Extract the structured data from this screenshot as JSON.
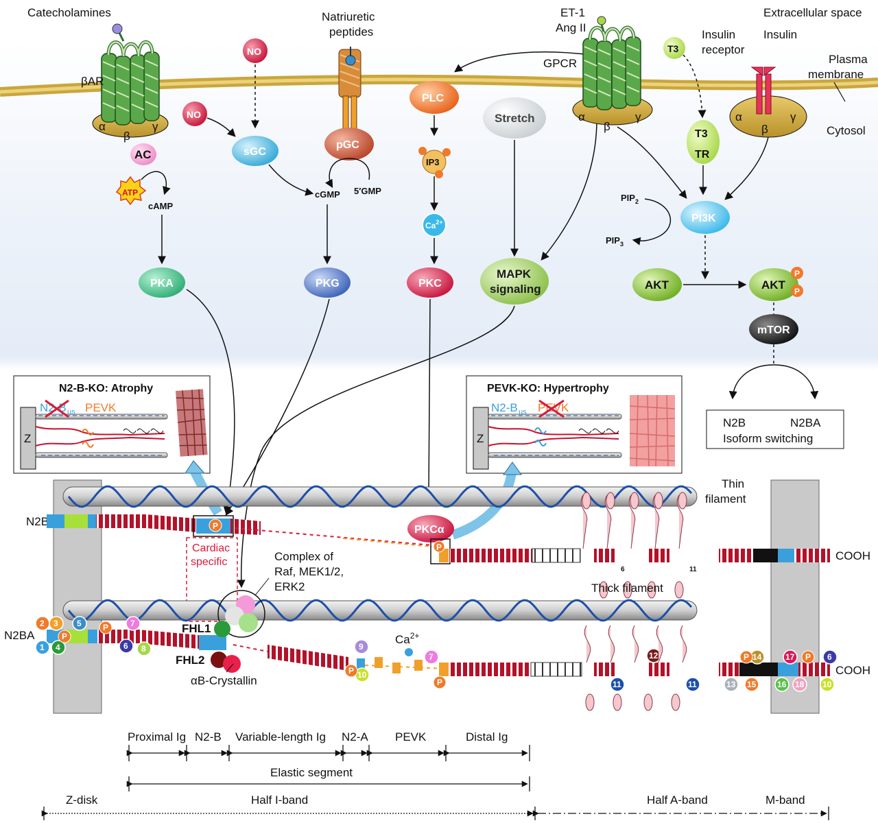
{
  "membrane": {
    "extracellular": "Extracellular space",
    "plasma_membrane": "Plasma\nmembrane",
    "cytosol": "Cytosol"
  },
  "receptors": {
    "catecholamines": "Catecholamines",
    "bar": "βAR",
    "natriuretic": "Natriuretic\npeptides",
    "et1": "ET-1",
    "angii": "Ang II",
    "gpcr": "GPCR",
    "insulin_receptor": "Insulin\nreceptor",
    "insulin": "Insulin",
    "alpha": "α",
    "beta": "β",
    "gamma": "γ"
  },
  "nodes": {
    "ac": "AC",
    "atp": "ATP",
    "camp": "cAMP",
    "pka": "PKA",
    "no": "NO",
    "sgc": "sGC",
    "pgc": "pGC",
    "gmp5": "5′GMP",
    "cgmp": "cGMP",
    "pkg": "PKG",
    "plc": "PLC",
    "ip3": "IP3",
    "ca": "Ca",
    "ca_sup": "2+",
    "pkc": "PKC",
    "stretch": "Stretch",
    "mapk1": "MAPK",
    "mapk2": "signaling",
    "t3": "T3",
    "tr": "TR",
    "pip2": "PIP",
    "pip2_sub": "2",
    "pip3": "PIP",
    "pip3_sub": "3",
    "pi3k": "PI3K",
    "akt": "AKT",
    "akt_p": "AKT",
    "p": "P",
    "mtor": "mTOR"
  },
  "isoform_box": {
    "n2b": "N2B",
    "n2ba": "N2BA",
    "switching": "Isoform switching"
  },
  "insets": {
    "atrophy_title": "N2-B-KO: Atrophy",
    "hyper_title": "PEVK-KO: Hypertrophy",
    "n2bus_a": "N2-B",
    "us": "us",
    "pevk": "PEVK",
    "z": "Z"
  },
  "sarcomere": {
    "n2b": "N2B",
    "n2ba": "N2BA",
    "thin1": "Thin",
    "thin2": "filament",
    "cooh": "COOH",
    "cardiac1": "Cardiac",
    "cardiac2": "specific",
    "complex1": "Complex of",
    "complex2": "Raf, MEK1/2,",
    "complex3": "ERK2",
    "thick": "Thick filament",
    "pkca": "PKCα",
    "fhl1": "FHL1",
    "fhl2": "FHL2",
    "crystallin": "αB-Crystallin",
    "ca": "Ca",
    "ca_sup": "2+"
  },
  "numbered_sites": [
    "1",
    "2",
    "3",
    "4",
    "5",
    "6",
    "7",
    "8",
    "9",
    "10",
    "11",
    "12",
    "13",
    "14",
    "15",
    "16",
    "17",
    "18"
  ],
  "scale": {
    "proximal": "Proximal Ig",
    "n2b": "N2-B",
    "variable": "Variable-length Ig",
    "n2a": "N2-A",
    "pevk": "PEVK",
    "distal": "Distal Ig",
    "elastic": "Elastic segment",
    "zdisk": "Z-disk",
    "half_i": "Half I-band",
    "half_a": "Half A-band",
    "mband": "M-band"
  },
  "colors": {
    "membrane": "#d8b84a",
    "pka": "#3cc18a",
    "pkg": "#5b84d6",
    "pkc": "#d8204a",
    "plc": "#f07a2a",
    "pi3k": "#44c0ec",
    "akt": "#8cc63f",
    "titin_red": "#b3122a",
    "n2b_blue": "#3aa0dc",
    "thin_blue": "#1d4fa8"
  }
}
